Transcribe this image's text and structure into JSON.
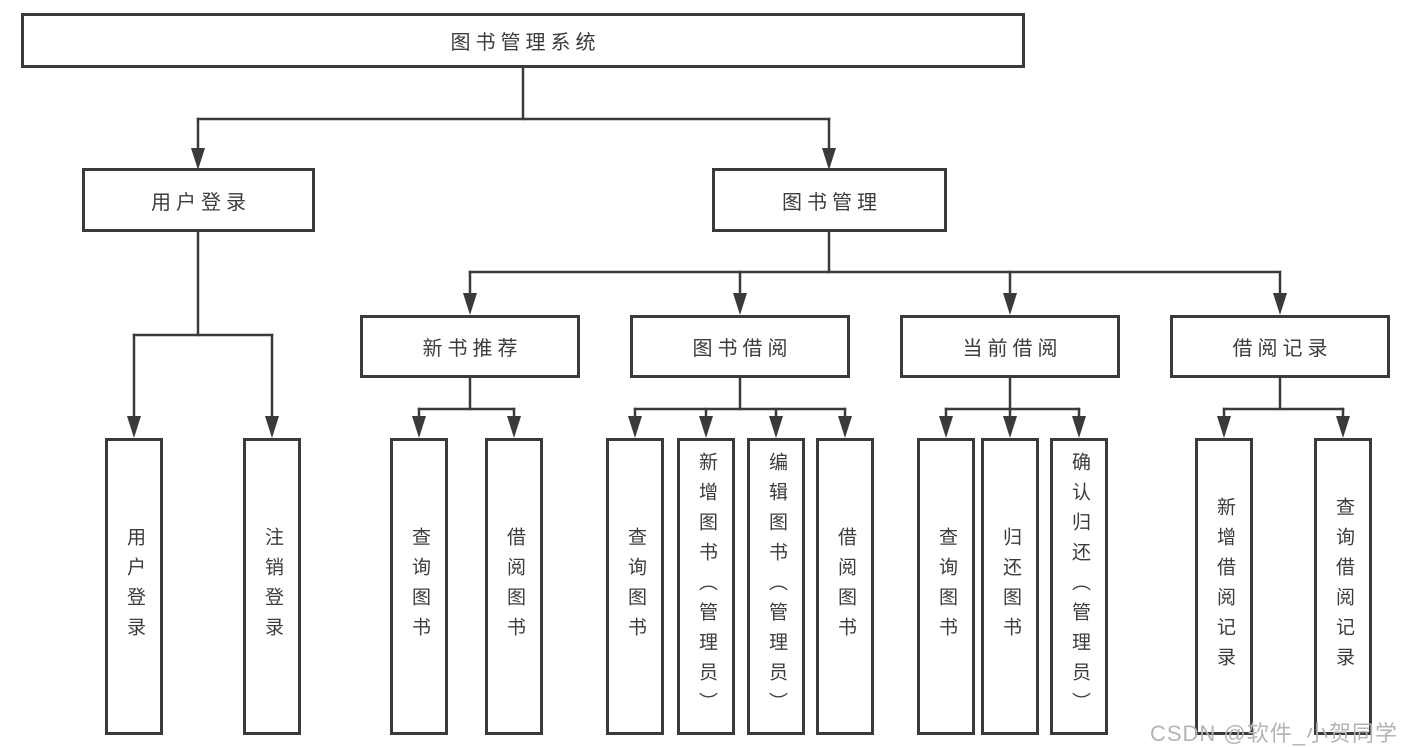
{
  "diagram": {
    "type": "tree",
    "root": {
      "label": "图书管理系统"
    },
    "branches": [
      {
        "label": "用户登录",
        "children": [
          {
            "label": "用户登录"
          },
          {
            "label": "注销登录"
          }
        ]
      },
      {
        "label": "图书管理",
        "children": [
          {
            "label": "新书推荐",
            "children": [
              {
                "label": "查询图书"
              },
              {
                "label": "借阅图书"
              }
            ]
          },
          {
            "label": "图书借阅",
            "children": [
              {
                "label": "查询图书"
              },
              {
                "label": "新增图书（管理员）"
              },
              {
                "label": "编辑图书（管理员）"
              },
              {
                "label": "借阅图书"
              }
            ]
          },
          {
            "label": "当前借阅",
            "children": [
              {
                "label": "查询图书"
              },
              {
                "label": "归还图书"
              },
              {
                "label": "确认归还（管理员）"
              }
            ]
          },
          {
            "label": "借阅记录",
            "children": [
              {
                "label": "新增借阅记录"
              },
              {
                "label": "查询借阅记录"
              }
            ]
          }
        ]
      }
    ],
    "watermark": "CSDN @软件_小贺同学",
    "colors": {
      "line": "#3a3a3a",
      "box_border": "#3a3a3a",
      "box_fill": "#ffffff",
      "text": "#3c3c3c",
      "watermark": "#b3b3b9",
      "background": "#ffffff"
    }
  }
}
